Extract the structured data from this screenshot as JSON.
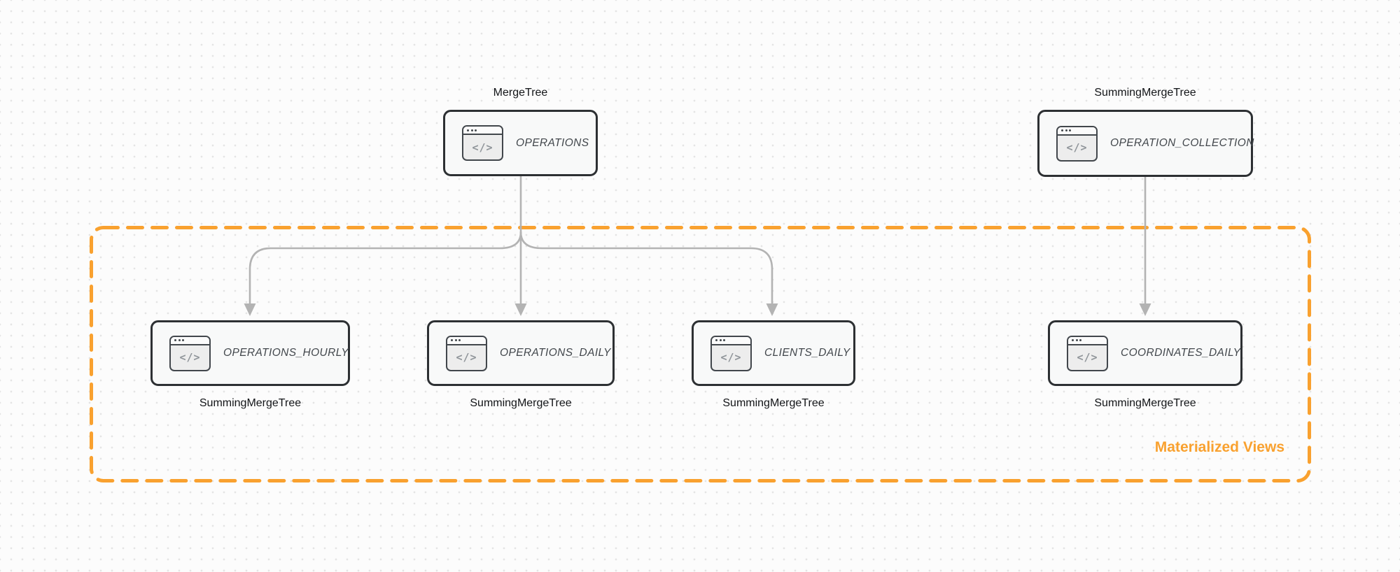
{
  "canvas": {
    "background": "#fcfcfc",
    "dot_grid_color": "#e4e4e4"
  },
  "colors": {
    "accent_orange": "#f9a12f",
    "node_border": "#2d3033",
    "node_fill": "#f8f9f9",
    "arrow_gray": "#b3b3b3"
  },
  "icon": {
    "name": "code-window-icon",
    "glyph": "</>"
  },
  "group": {
    "label": "Materialized Views",
    "style": "orange-dashed-rounded-rectangle",
    "members": [
      "operations_hourly",
      "operations_daily",
      "clients_daily",
      "coordinates_daily"
    ]
  },
  "nodes": [
    {
      "id": "operations",
      "name": "OPERATIONS",
      "engine": "MergeTree",
      "engine_position": "top"
    },
    {
      "id": "operation_collection",
      "name": "OPERATION_COLLECTION",
      "engine": "SummingMergeTree",
      "engine_position": "top"
    },
    {
      "id": "operations_hourly",
      "name": "OPERATIONS_HOURLY",
      "engine": "SummingMergeTree",
      "engine_position": "bottom"
    },
    {
      "id": "operations_daily",
      "name": "OPERATIONS_DAILY",
      "engine": "SummingMergeTree",
      "engine_position": "bottom"
    },
    {
      "id": "clients_daily",
      "name": "CLIENTS_DAILY",
      "engine": "SummingMergeTree",
      "engine_position": "bottom"
    },
    {
      "id": "coordinates_daily",
      "name": "COORDINATES_DAILY",
      "engine": "SummingMergeTree",
      "engine_position": "bottom"
    }
  ],
  "edges": [
    {
      "from": "operations",
      "to": "operations_hourly"
    },
    {
      "from": "operations",
      "to": "operations_daily"
    },
    {
      "from": "operations",
      "to": "clients_daily"
    },
    {
      "from": "operation_collection",
      "to": "coordinates_daily"
    }
  ]
}
